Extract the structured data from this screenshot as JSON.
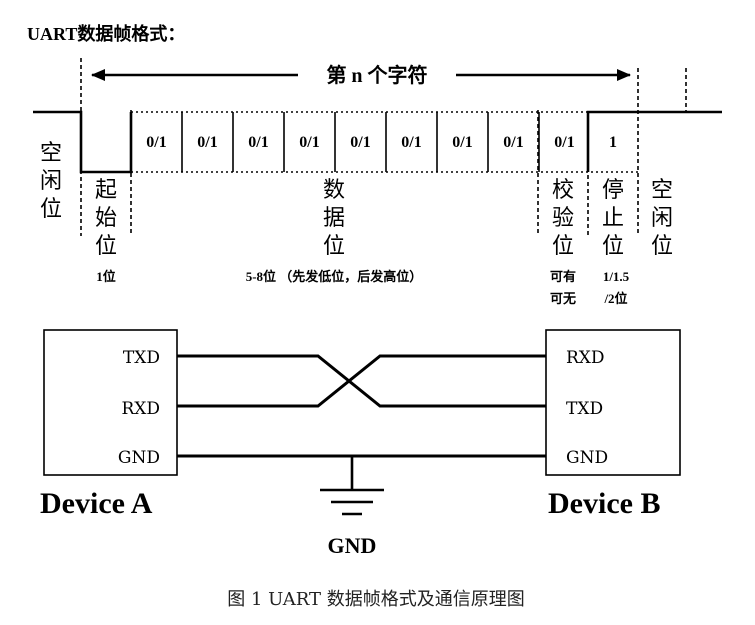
{
  "heading": "UART数据帧格式：",
  "frame": {
    "span_label": "第 n 个字符",
    "bit_value": "0/1",
    "stop_value": "1",
    "idle_left": [
      "空",
      "闲",
      "位"
    ],
    "start_bit": [
      "起",
      "始",
      "位"
    ],
    "start_note": "1位",
    "data_bits": [
      "数",
      "据",
      "位"
    ],
    "data_note": "5-8位 （先发低位，后发高位）",
    "parity_bit": [
      "校",
      "验",
      "位"
    ],
    "parity_note": [
      "可有",
      "可无"
    ],
    "stop_bit": [
      "停",
      "止",
      "位"
    ],
    "stop_note": [
      "1/1.5",
      "/2位"
    ],
    "idle_right": [
      "空",
      "闲",
      "位"
    ]
  },
  "wiring": {
    "device_a": {
      "name": "Device A",
      "pins": [
        "TXD",
        "RXD",
        "GND"
      ]
    },
    "device_b": {
      "name": "Device B",
      "pins": [
        "RXD",
        "TXD",
        "GND"
      ]
    },
    "ground_label": "GND"
  },
  "caption": "图 1   UART 数据帧格式及通信原理图"
}
